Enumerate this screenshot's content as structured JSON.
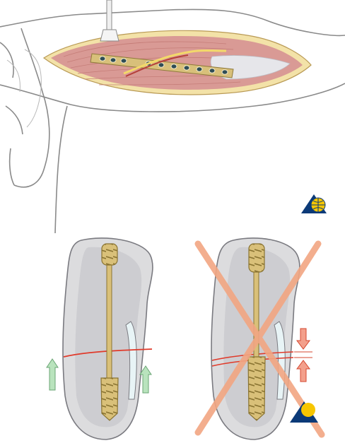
{
  "figure": {
    "top_illustration": "surgical-exposure-humerus-plate",
    "bottom_left_illustration": "lag-screw-correct",
    "bottom_right_illustration": "lag-screw-incorrect"
  },
  "icons": {
    "logo_top": "ao-globe-logo-icon",
    "logo_bottom": "ao-triangle-logo-icon",
    "arrow_up_left": "compression-arrow-up-icon",
    "arrow_up_right": "compression-arrow-up-icon",
    "arrow_down_gap": "distraction-arrow-down-icon",
    "arrow_up_gap": "distraction-arrow-up-icon",
    "cross_mark": "incorrect-cross-icon"
  },
  "colors": {
    "skin_outline": "#8a8a8a",
    "muscle": "#d99a95",
    "plate": "#d8c07a",
    "bone": "#d9d9dc",
    "fracture_line": "#e03a2a",
    "arrow_green": "#a8dcb0",
    "arrow_red": "#e65a42",
    "cross": "#f2a682",
    "logo_blue": "#0b3a78",
    "logo_yellow": "#f7c600"
  }
}
